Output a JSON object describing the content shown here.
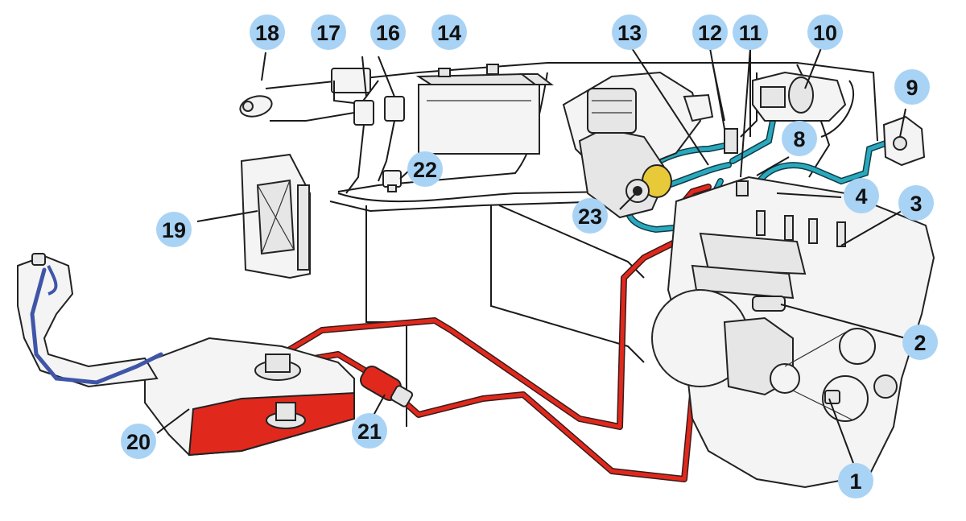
{
  "colors": {
    "badge": "#a9d3f5",
    "fuel_line": "#e0291c",
    "air_hose": "#2aa9bd",
    "tank_fuel": "#e0291c",
    "filler_hose": "#3f55a8"
  },
  "callouts": [
    {
      "id": "1",
      "label": "1"
    },
    {
      "id": "2",
      "label": "2"
    },
    {
      "id": "3",
      "label": "3"
    },
    {
      "id": "4",
      "label": "4"
    },
    {
      "id": "8",
      "label": "8"
    },
    {
      "id": "9",
      "label": "9"
    },
    {
      "id": "10",
      "label": "10"
    },
    {
      "id": "11",
      "label": "11"
    },
    {
      "id": "12",
      "label": "12"
    },
    {
      "id": "13",
      "label": "13"
    },
    {
      "id": "14",
      "label": "14"
    },
    {
      "id": "16",
      "label": "16"
    },
    {
      "id": "17",
      "label": "17"
    },
    {
      "id": "18",
      "label": "18"
    },
    {
      "id": "19",
      "label": "19"
    },
    {
      "id": "20",
      "label": "20"
    },
    {
      "id": "21",
      "label": "21"
    },
    {
      "id": "22",
      "label": "22"
    },
    {
      "id": "23",
      "label": "23"
    }
  ]
}
